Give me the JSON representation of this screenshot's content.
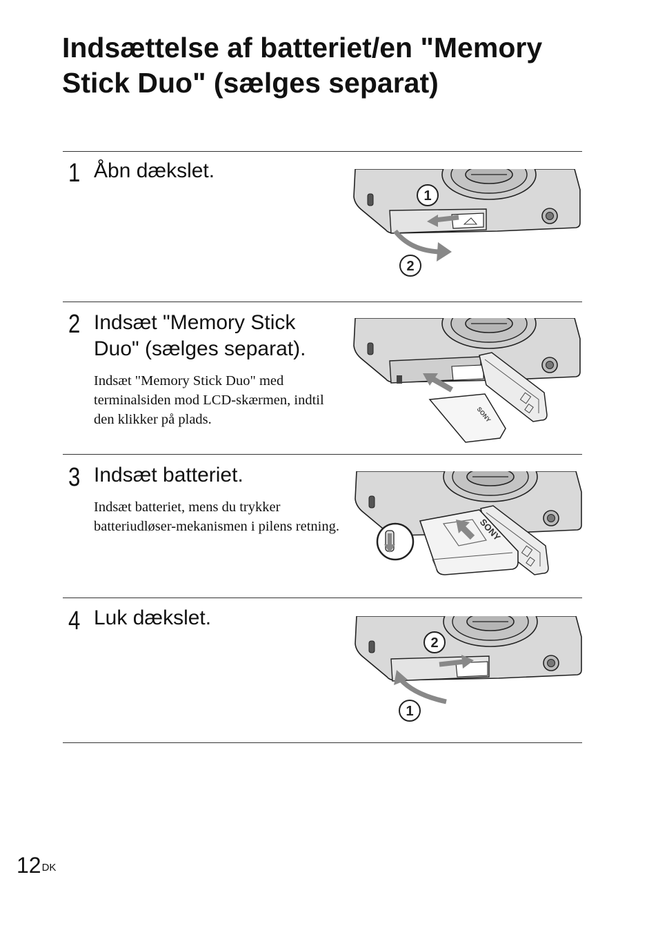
{
  "title": "Indsættelse af batteriet/en \"Memory Stick Duo\" (sælges separat)",
  "steps": [
    {
      "number": "1",
      "title": "Åbn dækslet.",
      "description": "",
      "markers": [
        "1",
        "2"
      ]
    },
    {
      "number": "2",
      "title": "Indsæt \"Memory Stick Duo\" (sælges separat).",
      "description": "Indsæt \"Memory Stick Duo\" med terminalsiden mod LCD-skærmen, indtil den klikker på plads.",
      "card_logo": "SONY"
    },
    {
      "number": "3",
      "title": "Indsæt batteriet.",
      "description": "Indsæt batteriet, mens du trykker batteriudløser-mekanismen i pilens retning.",
      "battery_logo": "SONY"
    },
    {
      "number": "4",
      "title": "Luk dækslet.",
      "description": "",
      "markers": [
        "2",
        "1"
      ]
    }
  ],
  "page": {
    "number": "12",
    "suffix": "DK"
  }
}
